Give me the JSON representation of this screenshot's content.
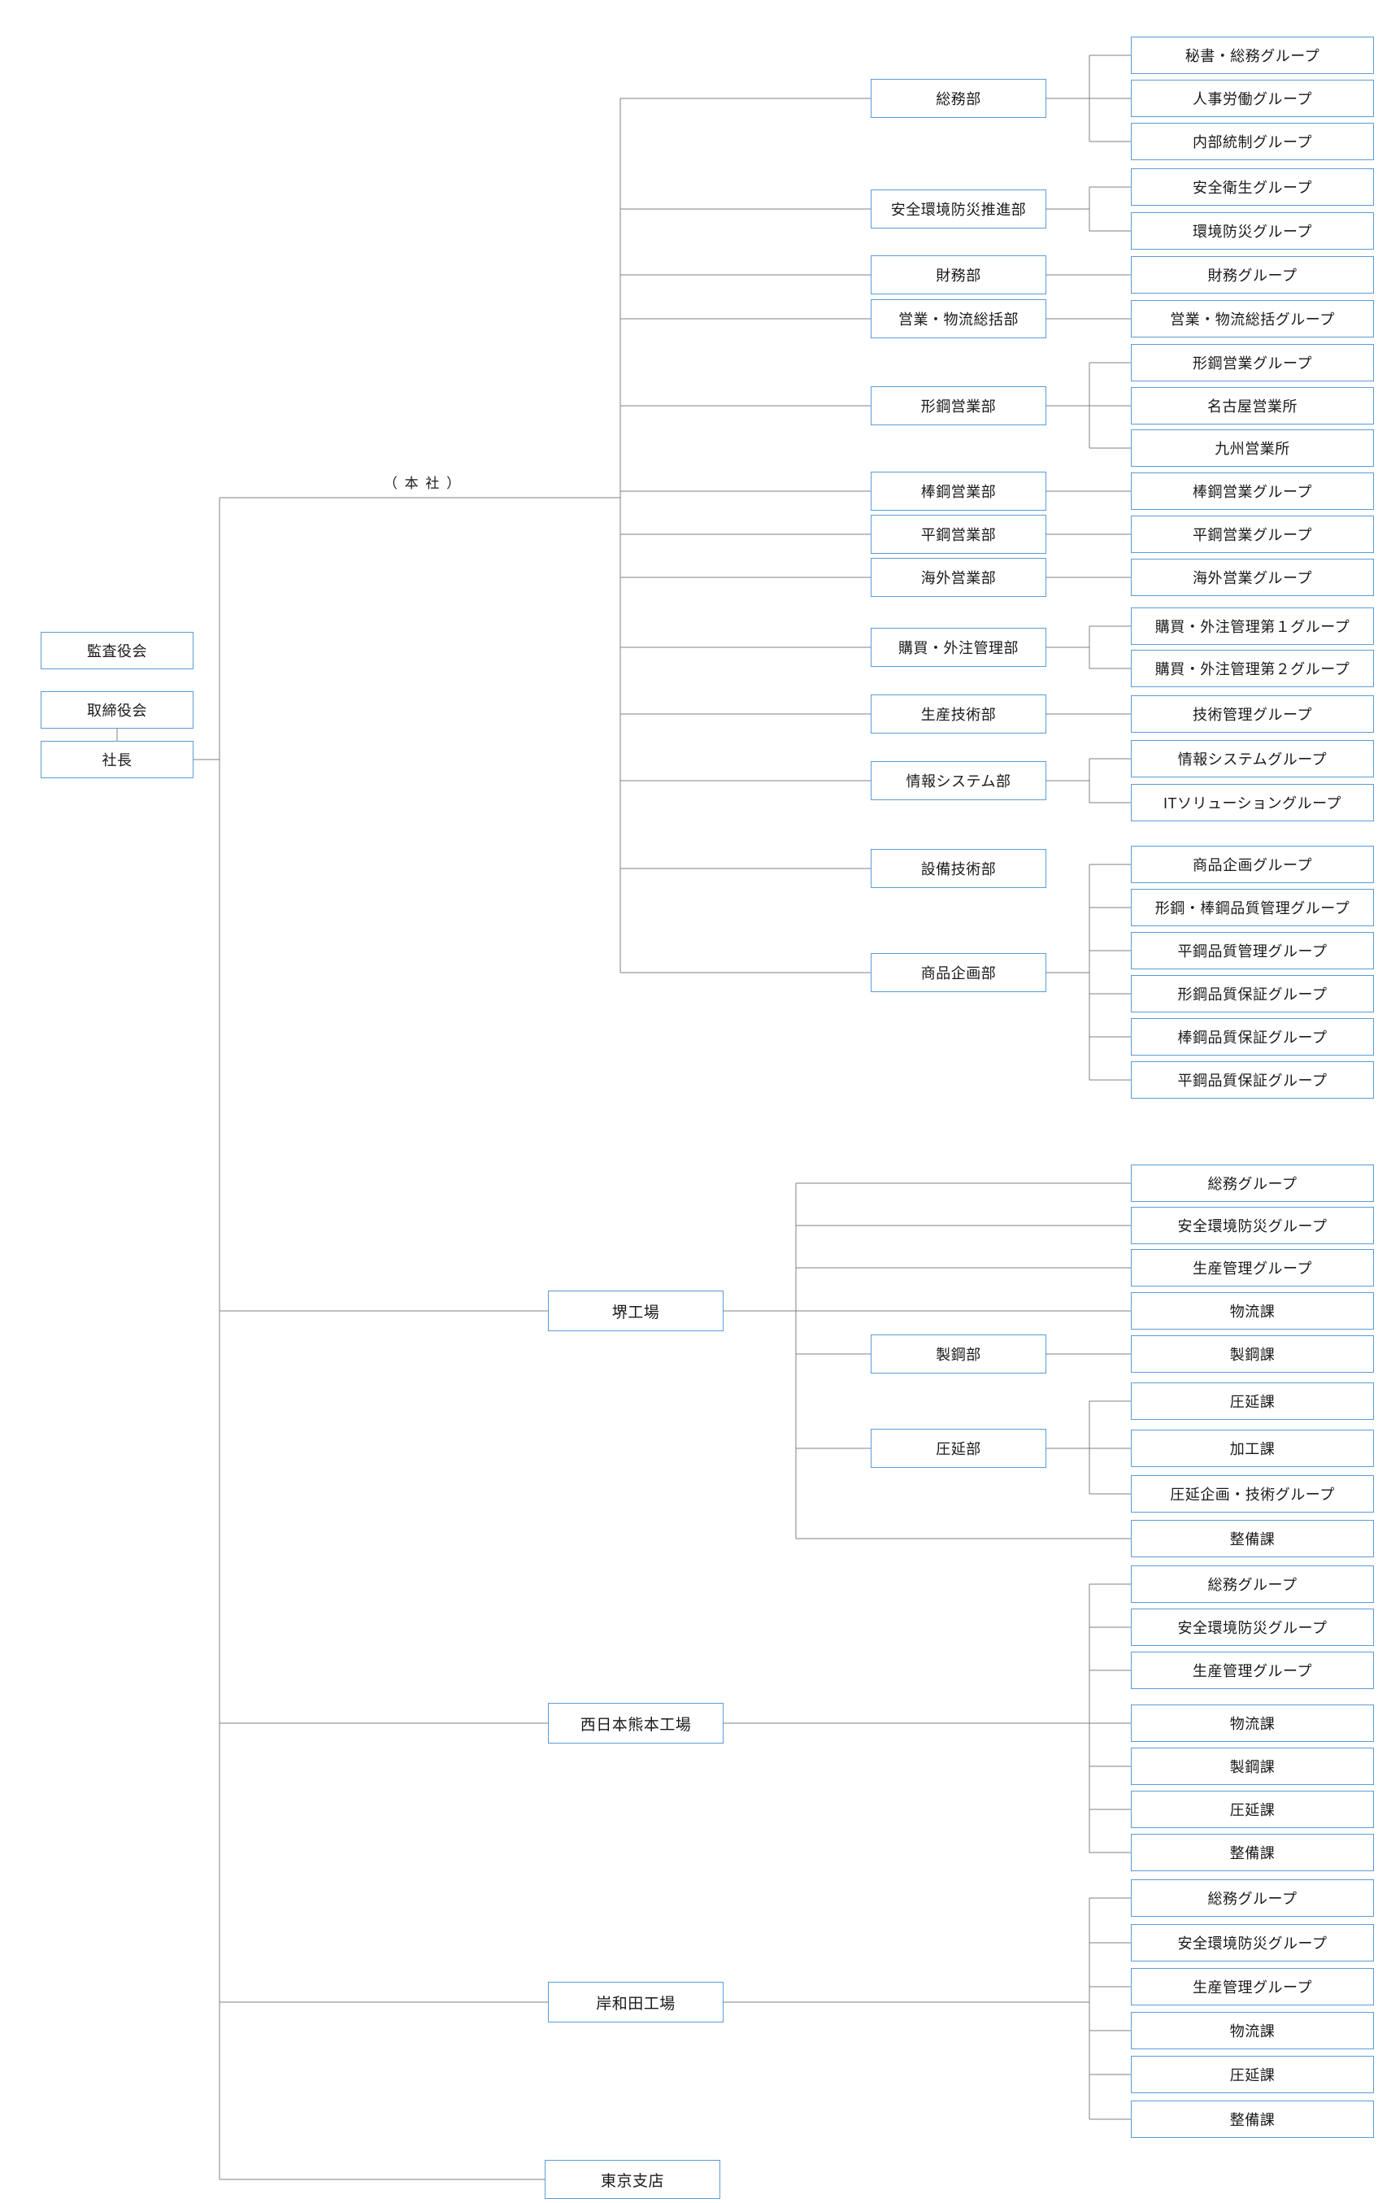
{
  "chart": {
    "branch_label": "（ 本 社 ）",
    "governance": [
      "監査役会",
      "取締役会",
      "社長"
    ],
    "head_office_departments": [
      {
        "name": "総務部",
        "groups": [
          "秘書・総務グループ",
          "人事労働グループ",
          "内部統制グループ"
        ]
      },
      {
        "name": "安全環境防災推進部",
        "groups": [
          "安全衛生グループ",
          "環境防災グループ"
        ]
      },
      {
        "name": "財務部",
        "groups": [
          "財務グループ"
        ]
      },
      {
        "name": "営業・物流総括部",
        "groups": [
          "営業・物流総括グループ"
        ]
      },
      {
        "name": "形鋼営業部",
        "groups": [
          "形鋼営業グループ",
          "名古屋営業所",
          "九州営業所"
        ]
      },
      {
        "name": "棒鋼営業部",
        "groups": [
          "棒鋼営業グループ"
        ]
      },
      {
        "name": "平鋼営業部",
        "groups": [
          "平鋼営業グループ"
        ]
      },
      {
        "name": "海外営業部",
        "groups": [
          "海外営業グループ"
        ]
      },
      {
        "name": "購買・外注管理部",
        "groups": [
          "購買・外注管理第１グループ",
          "購買・外注管理第２グループ"
        ]
      },
      {
        "name": "生産技術部",
        "groups": [
          "技術管理グループ"
        ]
      },
      {
        "name": "情報システム部",
        "groups": [
          "情報システムグループ",
          "ITソリューショングループ"
        ]
      },
      {
        "name": "設備技術部",
        "groups": []
      },
      {
        "name": "商品企画部",
        "groups": [
          "商品企画グループ",
          "形鋼・棒鋼品質管理グループ",
          "平鋼品質管理グループ",
          "形鋼品質保証グループ",
          "棒鋼品質保証グループ",
          "平鋼品質保証グループ"
        ]
      }
    ],
    "sites": [
      {
        "name": "堺工場",
        "children": [
          {
            "type": "group",
            "label": "総務グループ"
          },
          {
            "type": "group",
            "label": "安全環境防災グループ"
          },
          {
            "type": "group",
            "label": "生産管理グループ"
          },
          {
            "type": "group",
            "label": "物流課"
          },
          {
            "type": "department",
            "label": "製鋼部",
            "groups": [
              "製鋼課"
            ]
          },
          {
            "type": "department",
            "label": "圧延部",
            "groups": [
              "圧延課",
              "加工課",
              "圧延企画・技術グループ"
            ]
          },
          {
            "type": "group",
            "label": "整備課"
          }
        ]
      },
      {
        "name": "西日本熊本工場",
        "children": [
          {
            "type": "group",
            "label": "総務グループ"
          },
          {
            "type": "group",
            "label": "安全環境防災グループ"
          },
          {
            "type": "group",
            "label": "生産管理グループ"
          },
          {
            "type": "group",
            "label": "物流課"
          },
          {
            "type": "group",
            "label": "製鋼課"
          },
          {
            "type": "group",
            "label": "圧延課"
          },
          {
            "type": "group",
            "label": "整備課"
          }
        ]
      },
      {
        "name": "岸和田工場",
        "children": [
          {
            "type": "group",
            "label": "総務グループ"
          },
          {
            "type": "group",
            "label": "安全環境防災グループ"
          },
          {
            "type": "group",
            "label": "生産管理グループ"
          },
          {
            "type": "group",
            "label": "物流課"
          },
          {
            "type": "group",
            "label": "圧延課"
          },
          {
            "type": "group",
            "label": "整備課"
          }
        ]
      },
      {
        "name": "東京支店",
        "children": []
      }
    ]
  },
  "colors": {
    "box_border": "#5b9bd5",
    "connector": "#808080",
    "text": "#1a1a1a",
    "background": "#ffffff"
  }
}
